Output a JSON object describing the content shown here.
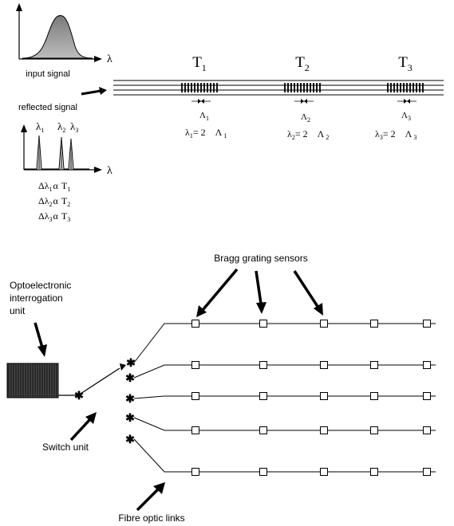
{
  "top_panel": {
    "lambda_symbol": "λ",
    "input_label": "input signal",
    "reflected_label": "reflected signal",
    "peak_labels": [
      {
        "base": "λ",
        "sub": "1"
      },
      {
        "base": "λ",
        "sub": "2"
      },
      {
        "base": "λ",
        "sub": "3"
      }
    ],
    "relations": [
      {
        "delta": "Δλ",
        "sub": "1",
        "alpha": "α",
        "t": "T",
        "tsub": "1"
      },
      {
        "delta": "Δλ",
        "sub": "2",
        "alpha": "α",
        "t": "T",
        "tsub": "2"
      },
      {
        "delta": "Δλ",
        "sub": "3",
        "alpha": "α",
        "t": "T",
        "tsub": "3"
      }
    ],
    "gratings": [
      {
        "t": "T",
        "tsub": "1",
        "period": "Λ",
        "psub": "1",
        "eq_lambda": "λ",
        "eq_lsub": "1",
        "eq_rest": "= 2",
        "eq_n": "Λ",
        "eq_nsub": "1"
      },
      {
        "t": "T",
        "tsub": "2",
        "period": "Λ",
        "psub": "2",
        "eq_lambda": "λ",
        "eq_lsub": "2",
        "eq_rest": "= 2",
        "eq_n": "Λ",
        "eq_nsub": "2"
      },
      {
        "t": "T",
        "tsub": "3",
        "period": "Λ",
        "psub": "3",
        "eq_lambda": "λ",
        "eq_lsub": "3",
        "eq_rest": "= 2",
        "eq_n": "Λ",
        "eq_nsub": "3"
      }
    ]
  },
  "bottom_panel": {
    "bragg_label": "Bragg grating sensors",
    "interrogation_label": [
      "Optoelectronic",
      "interrogation",
      "unit"
    ],
    "switch_label": "Switch unit",
    "fibre_label": "Fibre optic links"
  }
}
